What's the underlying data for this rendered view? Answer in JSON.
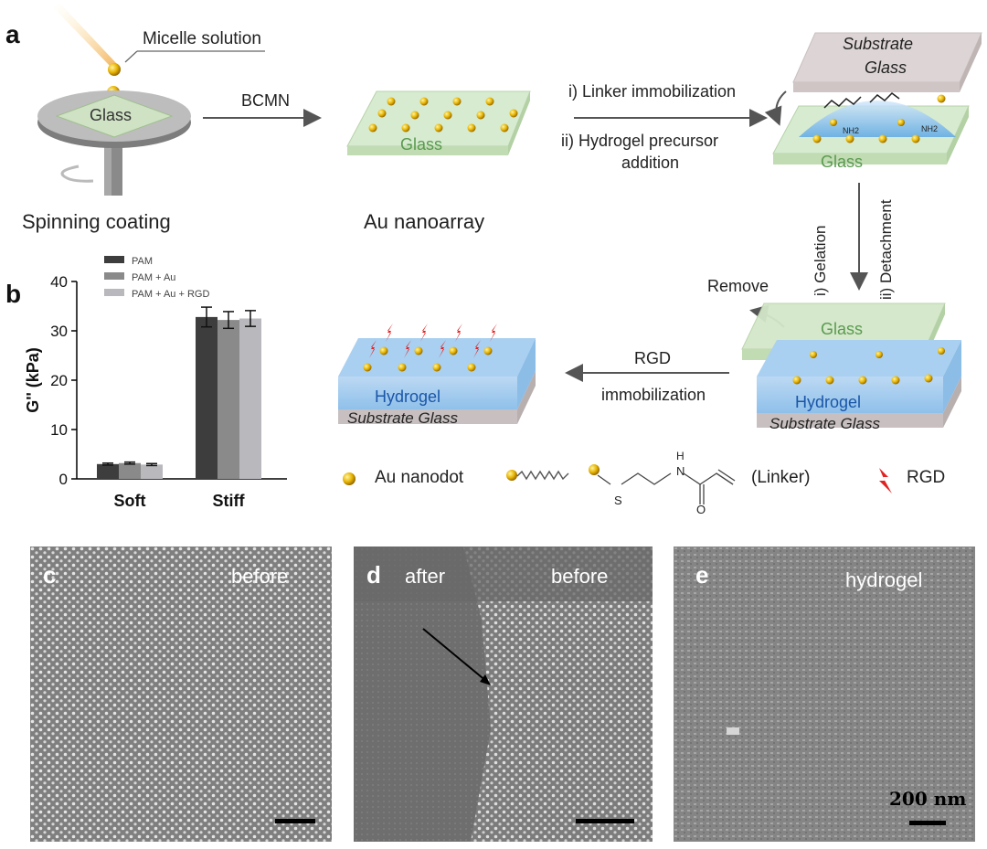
{
  "panel_labels": {
    "a": "a",
    "b": "b",
    "c": "c",
    "d": "d",
    "e": "e"
  },
  "panel_a": {
    "micelle_solution": "Micelle solution",
    "glass": "Glass",
    "spinning_coating": "Spinning coating",
    "bcmn": "BCMN",
    "au_nanoarray": "Au nanoarray",
    "step1_line1": "i) Linker immobilization",
    "step1_line2": "ii) Hydrogel precursor",
    "step1_line3": "addition",
    "substrate": "Substrate",
    "substrate_glass_word": "Glass",
    "gelation": "i) Gelation",
    "detachment": "ii) Detachment",
    "remove": "Remove",
    "hydrogel": "Hydrogel",
    "substrate_glass": "Substrate Glass",
    "rgd": "RGD",
    "immobilization": "immobilization",
    "nh2": "NH2",
    "legend_au": "Au nanodot",
    "legend_linker": "(Linker)",
    "legend_rgd": "RGD",
    "chem_s": "S",
    "chem_h": "H",
    "chem_n": "N",
    "chem_o": "O"
  },
  "panel_b": {
    "chart_data": {
      "type": "bar",
      "categories": [
        "Soft",
        "Stiff"
      ],
      "series": [
        {
          "name": "PAM",
          "values": [
            3.0,
            32.8
          ],
          "errors": [
            0.2,
            2.0
          ],
          "color": "#3d3d3d"
        },
        {
          "name": "PAM + Au",
          "values": [
            3.2,
            32.2
          ],
          "errors": [
            0.2,
            1.7
          ],
          "color": "#8a8a8a"
        },
        {
          "name": "PAM + Au + RGD",
          "values": [
            2.9,
            32.5
          ],
          "errors": [
            0.2,
            1.6
          ],
          "color": "#b8b8bd"
        }
      ],
      "ylabel": "G'' (kPa)",
      "ylim": [
        0,
        40
      ],
      "yticks": [
        0,
        10,
        20,
        30,
        40
      ],
      "legend_placement": "top-left"
    }
  },
  "panel_c": {
    "label": "before"
  },
  "panel_d": {
    "label_after": "after",
    "label_before": "before"
  },
  "panel_e": {
    "label": "hydrogel",
    "scale": "200 nm"
  }
}
